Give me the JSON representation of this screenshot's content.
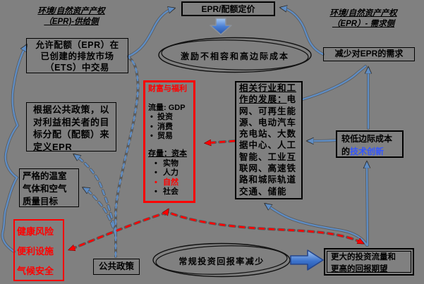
{
  "colors": {
    "background": "#808080",
    "line_blue": "#5f8dc4",
    "accent_red": "#ff0000",
    "highlight_blue": "#3355ff",
    "arrow_fill_top": "#9dc3ee",
    "arrow_fill_bottom": "#2c5eb5"
  },
  "titles": {
    "supply": {
      "line1": "环境/自然资产产权",
      "line2": "（EPR)-供给侧"
    },
    "demand": {
      "line1": "环境/自然资产产权",
      "line2": "（EPR）- 需求侧"
    }
  },
  "boxes": {
    "pricing": {
      "label": "EPR/配额定价"
    },
    "allow": {
      "lines": [
        "允许配额（EPR）在",
        "已创建的排放市场",
        "（ETS）中交易"
      ]
    },
    "reduce": {
      "label": "减少对EPR的需求"
    },
    "wealth": {
      "title": "财富与福利",
      "flow_label": "流量: GDP",
      "flow_items": [
        "投资",
        "消费",
        "贸易"
      ],
      "stock_label": "存量：资本",
      "stock_items": [
        "实物",
        "人力",
        "自然",
        "社会"
      ]
    },
    "industries": {
      "heading": "相关行业和工作的发展：",
      "body": "电网、可再生能源、电动汽车充电站、大数据中心、人工智能、工业互联网、高速铁路和城际轨道交通、储能"
    },
    "define": {
      "lines": [
        "根据公共政策，以",
        "对利益相关者的目",
        "标分配（配额）来",
        "定义EPR"
      ]
    },
    "lower_cost": {
      "line1": "较低边际成本",
      "line2_prefix": "的",
      "line2_highlight": "技术创新"
    },
    "strict": {
      "lines": [
        "严格的温室",
        "气体和空气",
        "质量目标"
      ]
    },
    "health": {
      "lines": [
        "健康风险",
        "便利设施",
        "气候安全"
      ]
    },
    "policy": {
      "label": "公共政策"
    },
    "bigger": {
      "lines": [
        "更大的投资流量和",
        "更高的回报期望"
      ]
    }
  },
  "ellipses": {
    "incentive": {
      "label": "激励不相容和高边际成本"
    },
    "returns": {
      "label": "常规投资回报率减少"
    }
  }
}
